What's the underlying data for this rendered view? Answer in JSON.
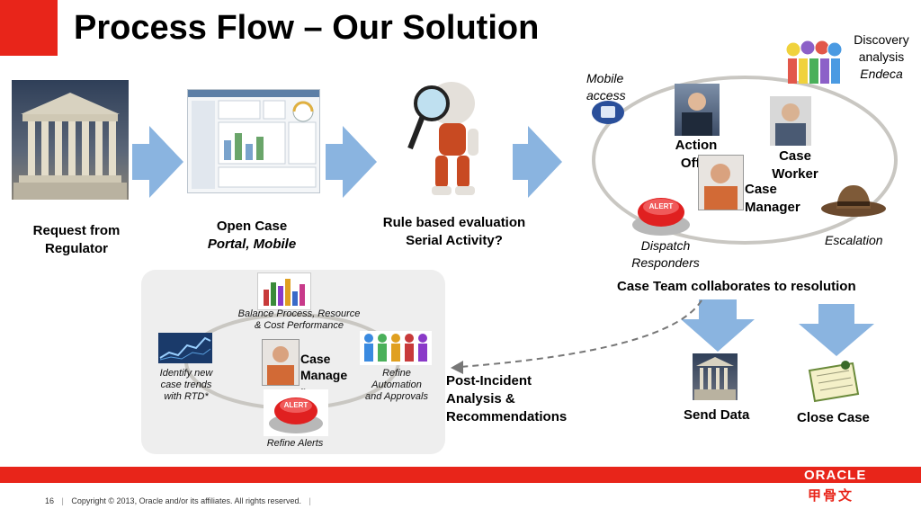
{
  "title": "Process Flow – Our Solution",
  "step1": {
    "line1": "Request from",
    "line2": "Regulator"
  },
  "step2": {
    "line1": "Open Case",
    "line2": "Portal, Mobile"
  },
  "step3": {
    "line1": "Rule based evaluation",
    "line2": "Serial Activity?"
  },
  "circle": {
    "discovery_line1": "Discovery",
    "discovery_line2": "analysis",
    "discovery_line3": "Endeca",
    "mobile_line1": "Mobile",
    "mobile_line2": "access",
    "action_line1": "Action",
    "action_line2": "Offic",
    "case_worker_line1": "Case",
    "case_worker_line2": "Worker",
    "case_manager_line1": "Case",
    "case_manager_line2": "Manager",
    "dispatch_line1": "Dispatch",
    "dispatch_line2": "Responders",
    "escalation": "Escalation",
    "caption": "Case Team collaborates to resolution",
    "alert_text": "ALERT"
  },
  "outcomes": {
    "send": "Send Data",
    "close": "Close Case"
  },
  "post_incident": {
    "line1": "Post-Incident",
    "line2": "Analysis &",
    "line3": "Recommendations"
  },
  "panel": {
    "balance_line1": "Balance Process, Resource",
    "balance_line2": "& Cost Performance",
    "trends_line1": "Identify new",
    "trends_line2": "case trends",
    "trends_line3": "with RTD*",
    "case_mgr_line1": "Case",
    "case_mgr_line2": "Manage",
    "case_mgr_line3": "r",
    "automation_line1": "Refine",
    "automation_line2": "Automation",
    "automation_line3": "and Approvals",
    "alerts": "Refine Alerts",
    "alert_text": "ALERT"
  },
  "footer": {
    "page": "16",
    "copyright": "Copyright © 2013, Oracle and/or its affiliates. All rights reserved.",
    "brand": "ORACLE",
    "brand_cn": "甲骨文"
  },
  "colors": {
    "accent_red": "#e8251a",
    "arrow_blue": "#8ab4e0",
    "panel_bg": "#eeeeee"
  },
  "icons": [
    "courthouse-image",
    "dashboard-screenshot",
    "robot-magnifier-image",
    "mobile-icon",
    "people-icon",
    "alert-button-icon",
    "hat-icon",
    "scroll-icon",
    "trend-chart-icon",
    "puzzle-people-icon",
    "bar-chart-icon"
  ]
}
